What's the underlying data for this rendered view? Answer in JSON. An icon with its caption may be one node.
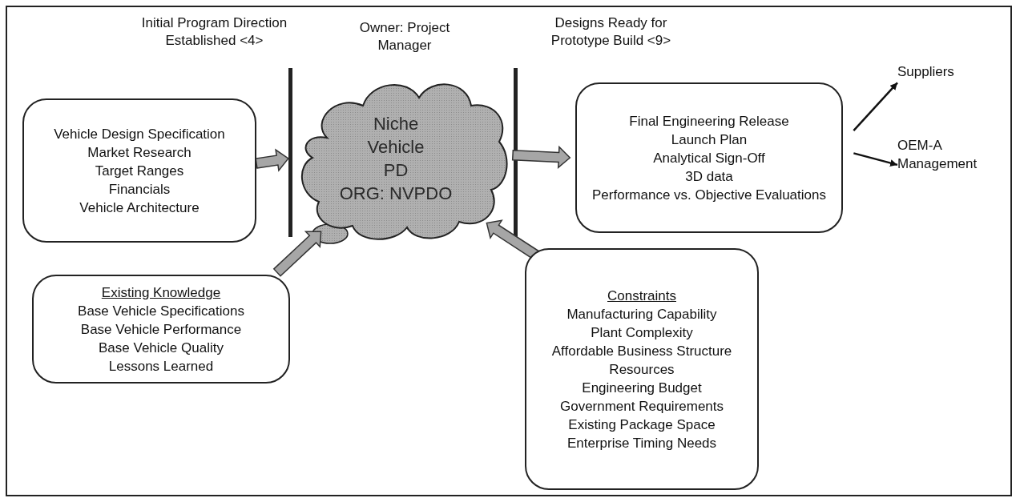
{
  "diagram": {
    "nodes": [
      {
        "text": [
          "Vehicle Design Specification",
          "Market Research",
          "Target Ranges",
          "Financials",
          "Vehicle Architecture"
        ]
      },
      {
        "text": [
          "Niche Vehicle PD",
          "ORG: NVPDO"
        ],
        "beside": [
          "Owner: Project Manager"
        ]
      },
      {
        "text": [
          "Final Engineering Release",
          "Launch Plan",
          "Analytical Sign-Off",
          "3D data",
          "Performance vs. Objective Evaluations"
        ]
      },
      {
        "text": [
          "Suppliers"
        ]
      },
      {
        "text": [
          "OEM-A Management"
        ]
      },
      {
        "text": [
          "Existing Knowledge",
          "Base Vehicle Specifications",
          "Base Vehicle Performance",
          "Base Vehicle Quality",
          "Lessons Learned"
        ]
      },
      {
        "text": [
          "Constraints",
          "Manufacturing Capability",
          "Plant Complexity",
          "Affordable Business Structure",
          "Resources",
          "Engineering Budget",
          "Government Requirements",
          "Existing Package Space",
          "Enterprise Timing Needs"
        ]
      }
    ],
    "edges": [
      {
        "from": 0,
        "to": 1,
        "arrow": "to",
        "style": "thick",
        "color": "#a6a6a6"
      },
      {
        "from": 1,
        "to": 2,
        "arrow": "to",
        "style": "thick",
        "color": "#a6a6a6"
      },
      {
        "from": 2,
        "to": 3,
        "arrow": "to"
      },
      {
        "from": 2,
        "to": 4,
        "arrow": "to"
      },
      {
        "from": 5,
        "to": 1,
        "arrow": "to",
        "style": "thick",
        "color": "#a6a6a6"
      },
      {
        "from": 6,
        "to": 1,
        "arrow": "to",
        "style": "thick",
        "color": "#a6a6a6"
      }
    ],
    "labels": [
      "Initial Program Direction Established <4>",
      "Designs Ready for Prototype Build <9>"
    ]
  }
}
